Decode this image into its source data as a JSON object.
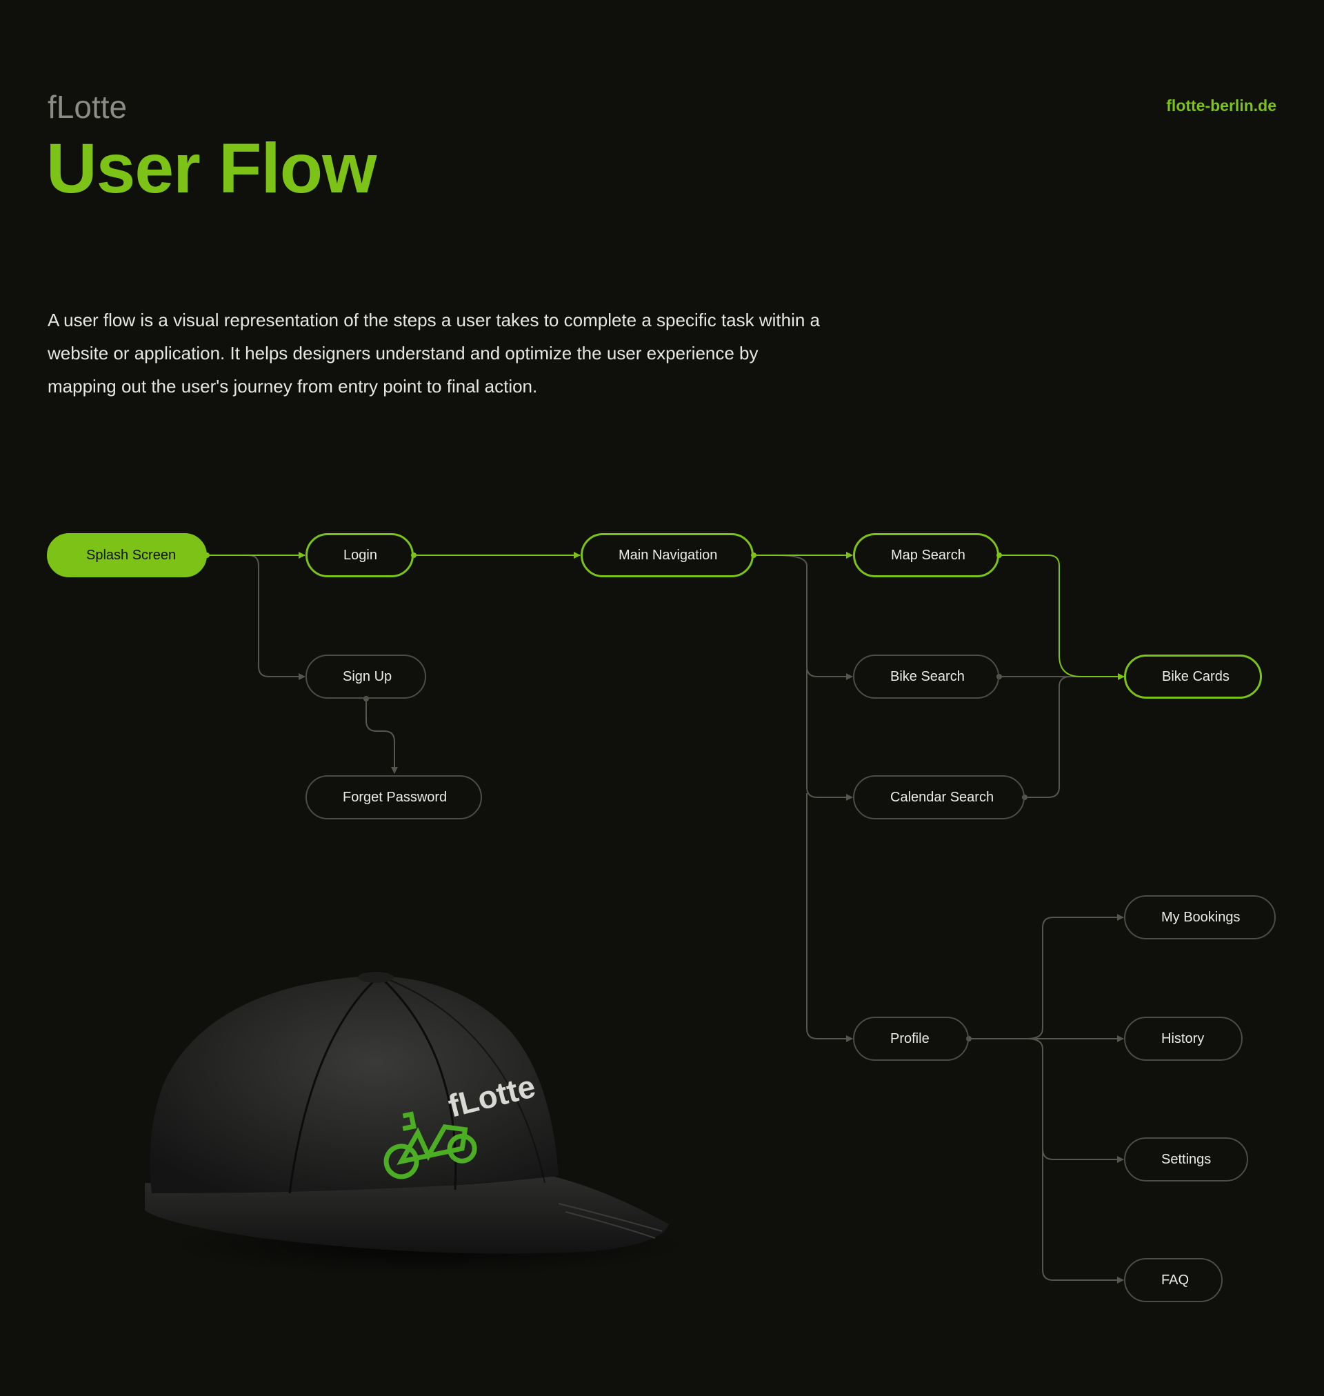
{
  "header": {
    "brand": "fLotte",
    "title": "User Flow",
    "site": "flotte-berlin.de",
    "description": "A user flow is a visual representation of the steps a user takes to complete a specific task within a website or application. It helps designers understand and optimize the user experience by mapping out the user's journey from entry point to final action."
  },
  "colors": {
    "accent": "#7dc317",
    "background": "#0f100c",
    "inactive_border": "#4c4d48",
    "connector": "#55564f"
  },
  "nodes": {
    "splash": "Splash Screen",
    "login": "Login",
    "signup": "Sign Up",
    "forget": "Forget Password",
    "mainnav": "Main Navigation",
    "mapsearch": "Map Search",
    "bikesearch": "Bike Search",
    "calsearch": "Calendar Search",
    "bikecards": "Bike Cards",
    "profile": "Profile",
    "bookings": "My Bookings",
    "history": "History",
    "settings": "Settings",
    "faq": "FAQ"
  },
  "mockup": {
    "logo_text": "fLotte",
    "logo_icon": "cargo-bike-icon"
  }
}
